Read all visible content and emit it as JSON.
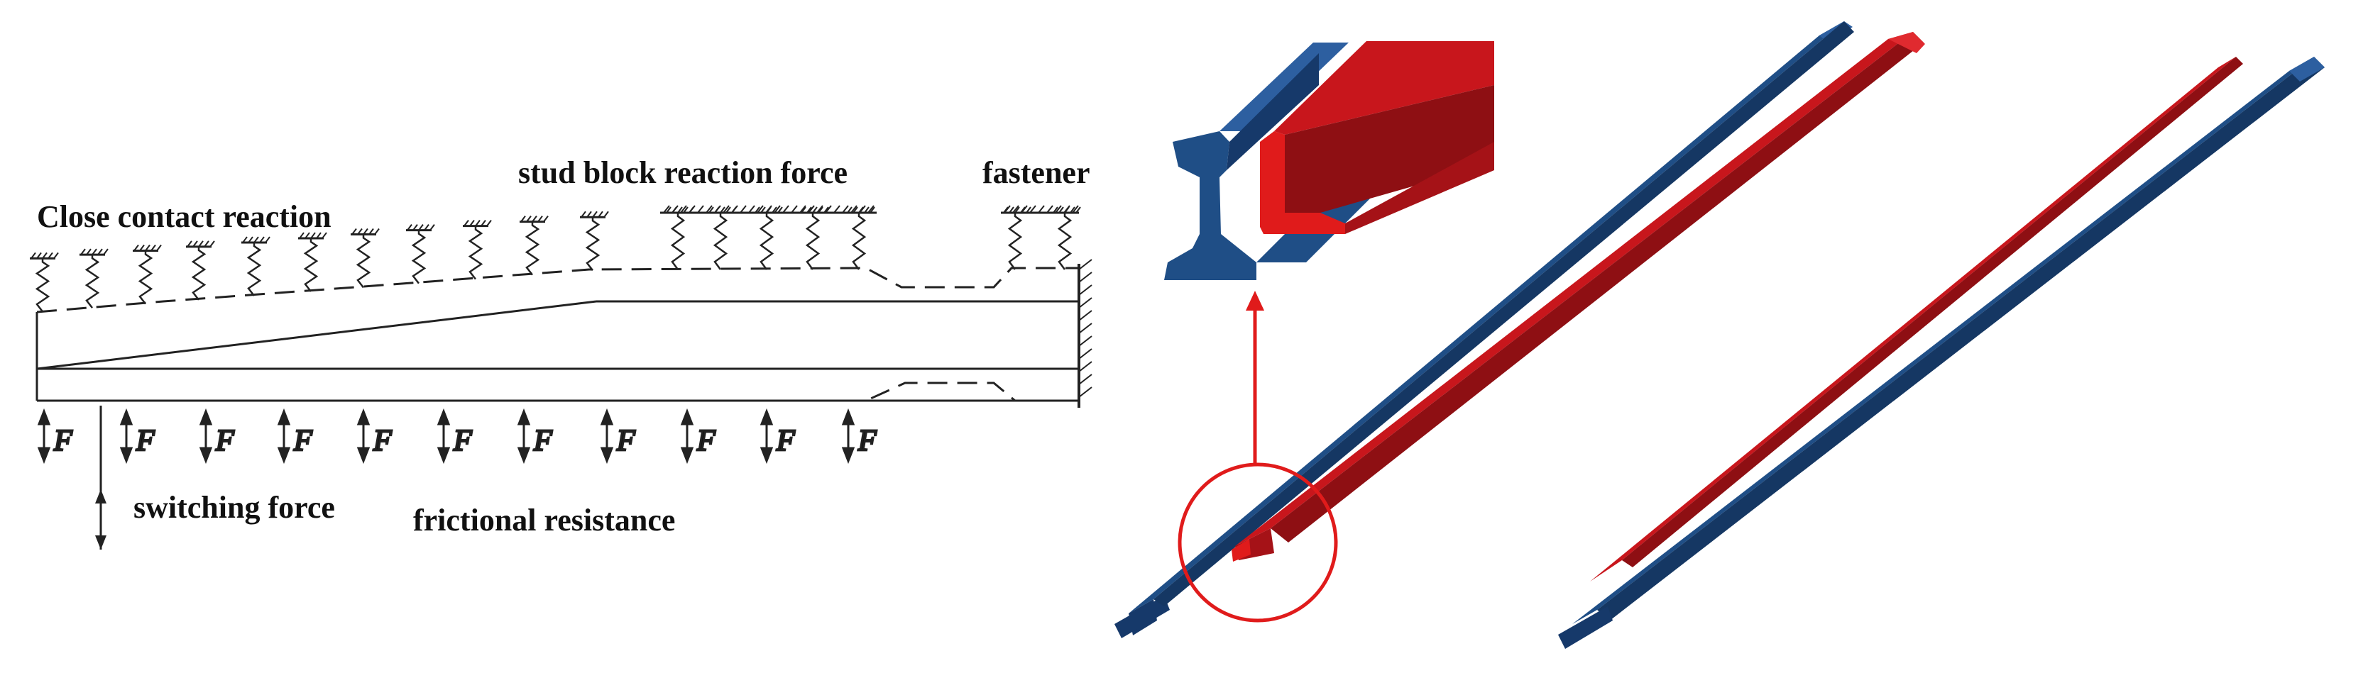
{
  "labels": {
    "close_contact": "Close contact reaction",
    "stud_block": "stud block reaction force",
    "fastener": "fastener",
    "switching_force": "switching force",
    "frictional_resistance": "frictional resistance",
    "force_symbol": "F"
  },
  "colors": {
    "stock_rail": "#1f4e86",
    "stock_rail_dark": "#16396a",
    "switch_rail": "#c8161c",
    "switch_rail_dark": "#8e0f13",
    "highlight": "#e01b1b",
    "line": "#222222"
  },
  "icons": {
    "spring": "spring-support-icon",
    "arrow": "double-arrow-icon",
    "callout": "zoom-circle-icon"
  }
}
